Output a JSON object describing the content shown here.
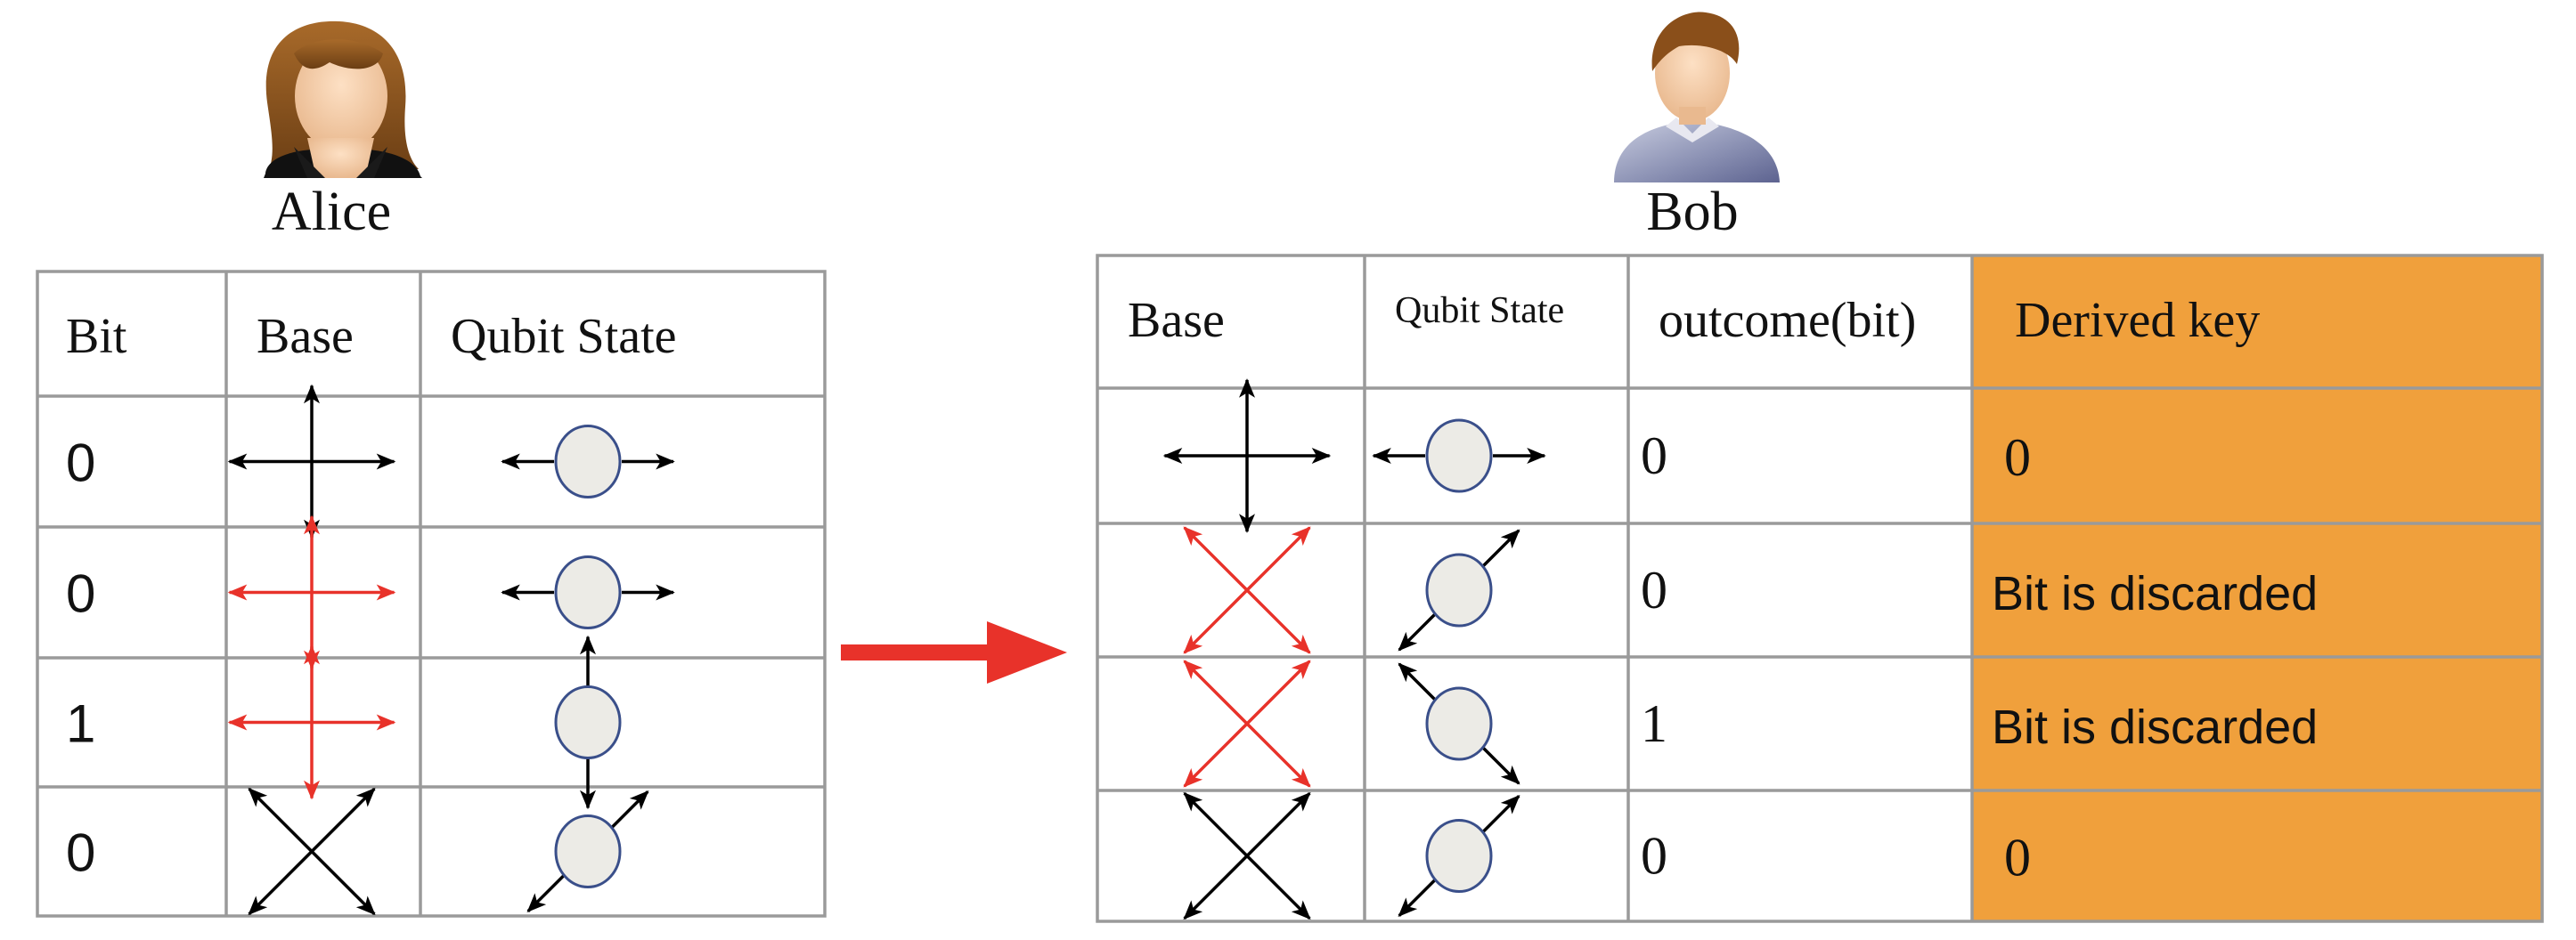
{
  "colors": {
    "black_arrow": "#000000",
    "red_arrow": "#e8322a",
    "key_fill": "#f0a03c",
    "grid": "#9a9a9a",
    "qubit_fill": "#ecebe6",
    "qubit_stroke": "#3a4f8a",
    "transfer_arrow": "#e8322a"
  },
  "alice": {
    "name": "Alice",
    "avatar_icon": "woman-avatar-icon",
    "headers": {
      "bit": "Bit",
      "base": "Base",
      "qubit": "Qubit State"
    },
    "rows": [
      {
        "bit": "0",
        "base": "rectilinear",
        "base_color": "black",
        "state": "horizontal"
      },
      {
        "bit": "0",
        "base": "rectilinear",
        "base_color": "red",
        "state": "horizontal"
      },
      {
        "bit": "1",
        "base": "rectilinear",
        "base_color": "red",
        "state": "vertical"
      },
      {
        "bit": "0",
        "base": "diagonal",
        "base_color": "black",
        "state": "diagonal-up"
      }
    ]
  },
  "bob": {
    "name": "Bob",
    "avatar_icon": "man-avatar-icon",
    "headers": {
      "base": "Base",
      "qubit": "Qubit State",
      "outcome": "outcome(bit)",
      "key": "Derived key"
    },
    "rows": [
      {
        "base": "rectilinear",
        "base_color": "black",
        "state": "horizontal",
        "outcome": "0",
        "key": "0"
      },
      {
        "base": "diagonal",
        "base_color": "red",
        "state": "diagonal-up",
        "outcome": "0",
        "key": "Bit is discarded"
      },
      {
        "base": "diagonal",
        "base_color": "red",
        "state": "diagonal-down",
        "outcome": "1",
        "key": "Bit is discarded"
      },
      {
        "base": "diagonal",
        "base_color": "black",
        "state": "diagonal-up",
        "outcome": "0",
        "key": "0"
      }
    ]
  },
  "transfer_icon": "right-arrow-icon"
}
